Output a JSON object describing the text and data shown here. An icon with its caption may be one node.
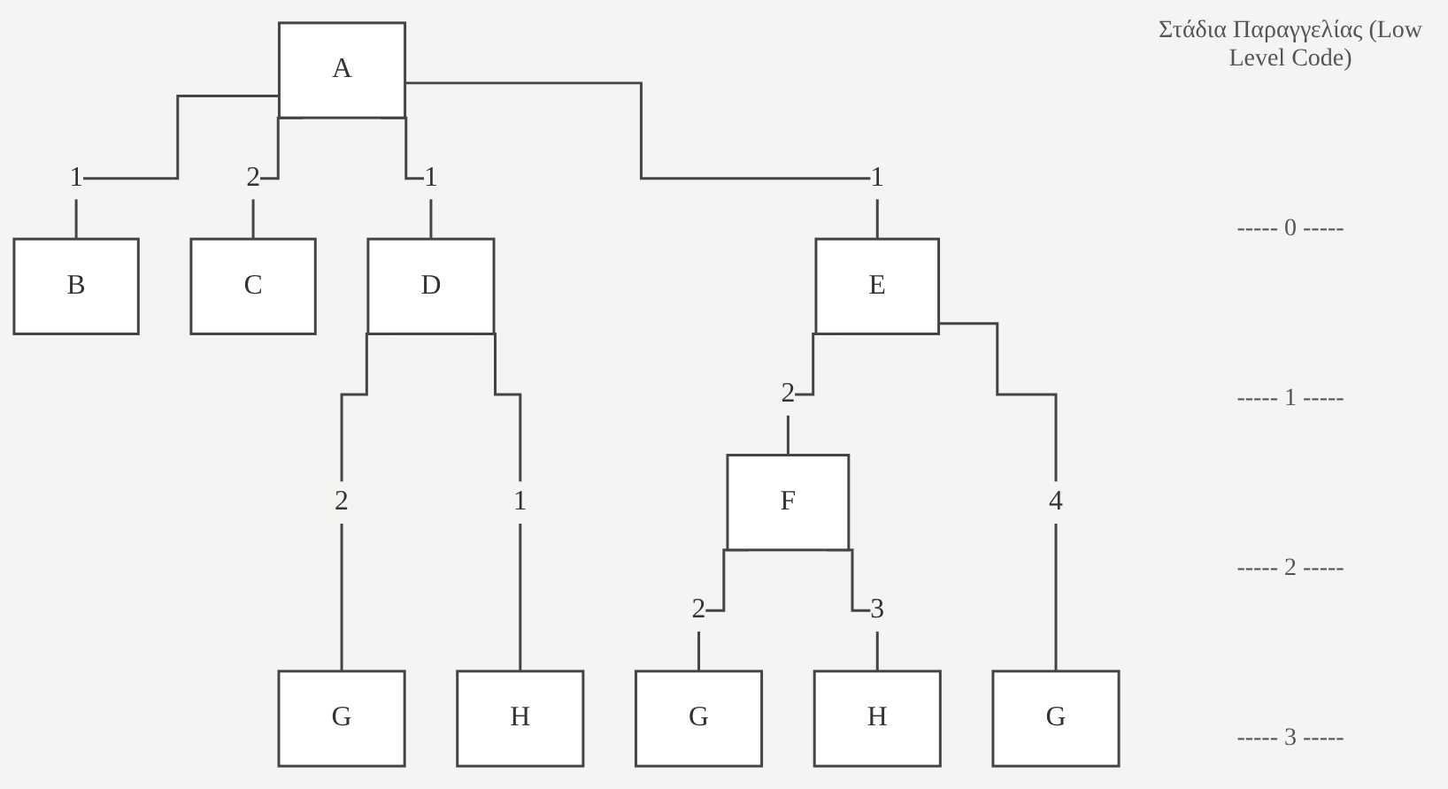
{
  "diagram": {
    "nodes": [
      {
        "text": [
          "A"
        ]
      },
      {
        "text": [
          "B"
        ]
      },
      {
        "text": [
          "C"
        ]
      },
      {
        "text": [
          "D"
        ]
      },
      {
        "text": [
          "E"
        ]
      },
      {
        "text": [
          "G"
        ]
      },
      {
        "text": [
          "H"
        ]
      },
      {
        "text": [
          "F"
        ]
      },
      {
        "text": [
          "G"
        ]
      },
      {
        "text": [
          "H"
        ]
      },
      {
        "text": [
          "G"
        ]
      }
    ],
    "edges": [
      {
        "from": 0,
        "to": 1,
        "arrow": "none",
        "label": "1"
      },
      {
        "from": 0,
        "to": 2,
        "arrow": "none",
        "label": "2"
      },
      {
        "from": 0,
        "to": 3,
        "arrow": "none",
        "label": "1"
      },
      {
        "from": 0,
        "to": 4,
        "arrow": "none",
        "label": "1"
      },
      {
        "from": 3,
        "to": 5,
        "arrow": "none",
        "label": "2"
      },
      {
        "from": 3,
        "to": 6,
        "arrow": "none",
        "label": "1"
      },
      {
        "from": 4,
        "to": 7,
        "arrow": "none",
        "label": "2"
      },
      {
        "from": 7,
        "to": 8,
        "arrow": "none",
        "label": "2"
      },
      {
        "from": 7,
        "to": 9,
        "arrow": "none",
        "label": "3"
      },
      {
        "from": 4,
        "to": 10,
        "arrow": "none",
        "label": "4"
      }
    ],
    "labels": [
      "Στάδια Παραγγελίας (Low Level Code)",
      "----- 0 -----",
      "----- 1 -----",
      "----- 2 -----",
      "----- 3 -----"
    ]
  }
}
